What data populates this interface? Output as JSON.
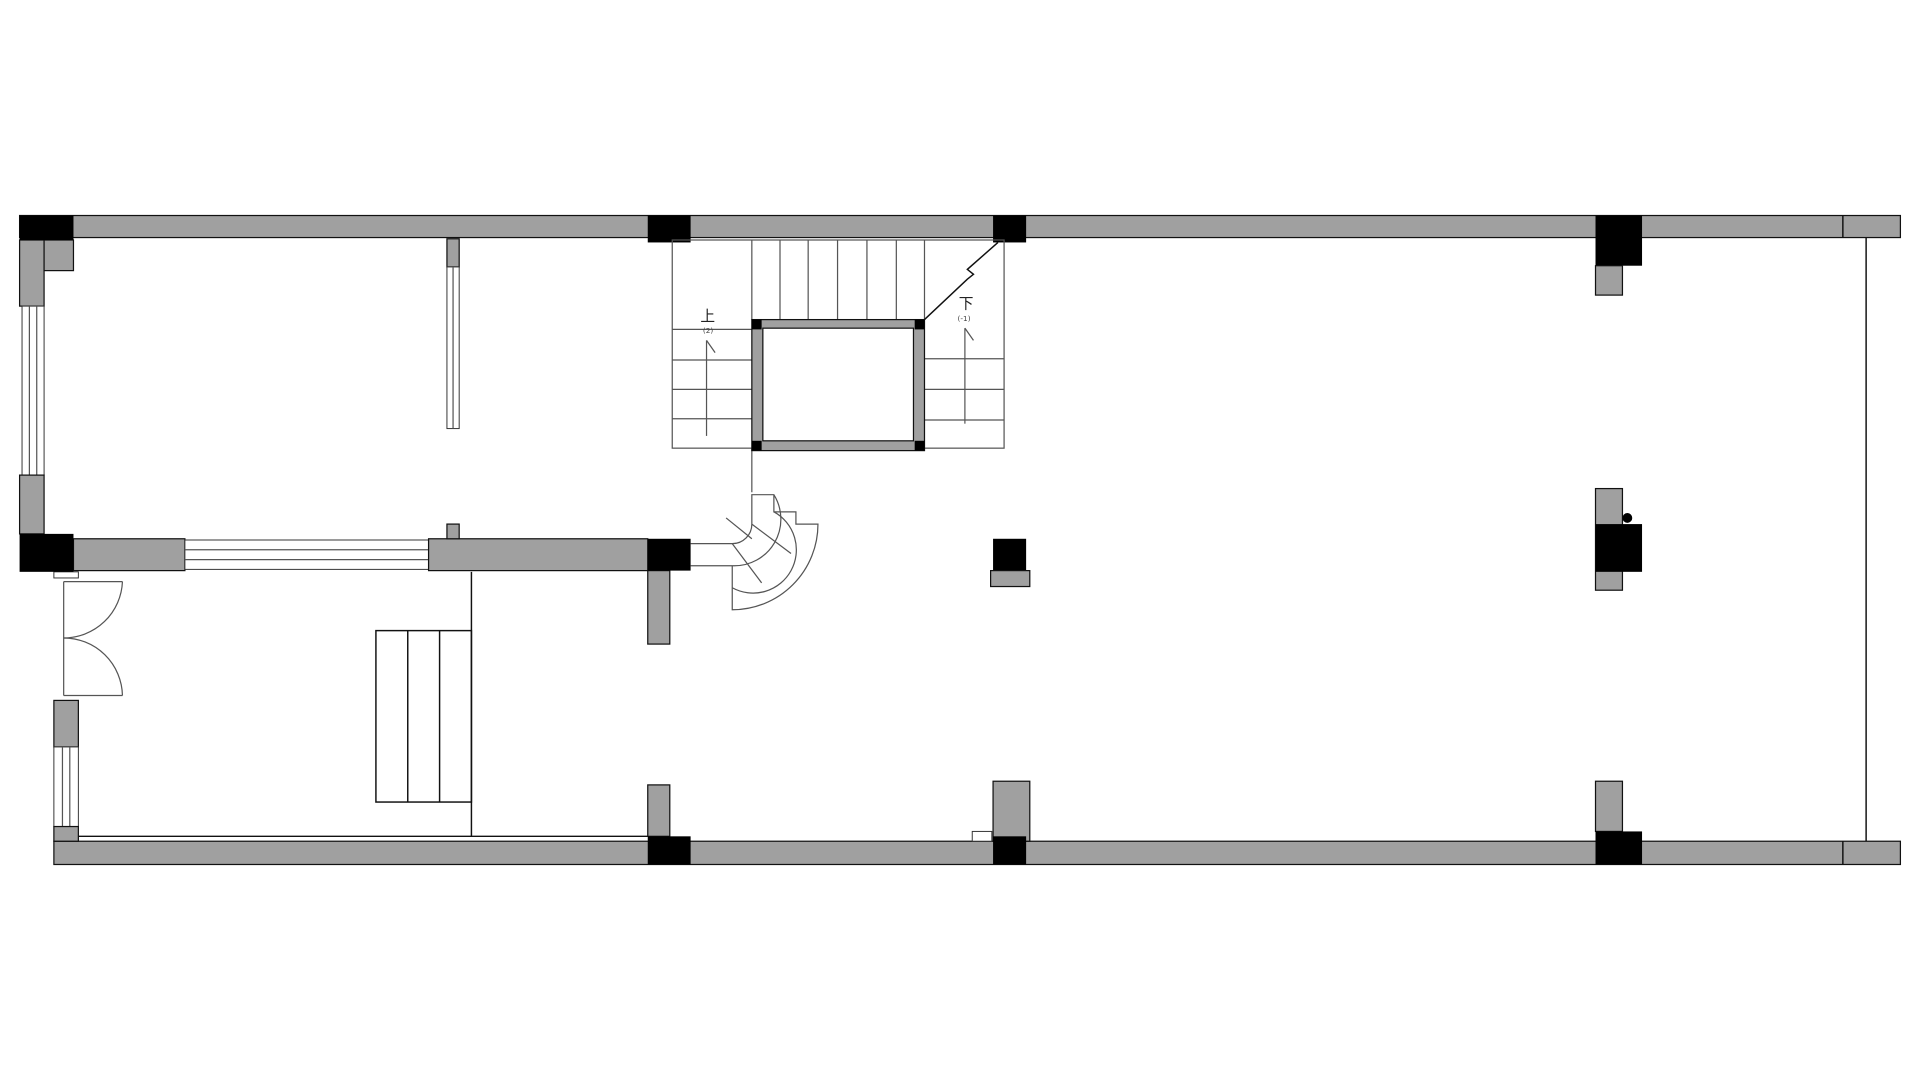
{
  "plan": {
    "stair_up_label": "上",
    "stair_up_level": "(2)",
    "stair_down_label": "下",
    "stair_down_level": "(-1)",
    "colors": {
      "wall": "#a0a0a0",
      "column": "#000000",
      "line": "#555555"
    }
  }
}
